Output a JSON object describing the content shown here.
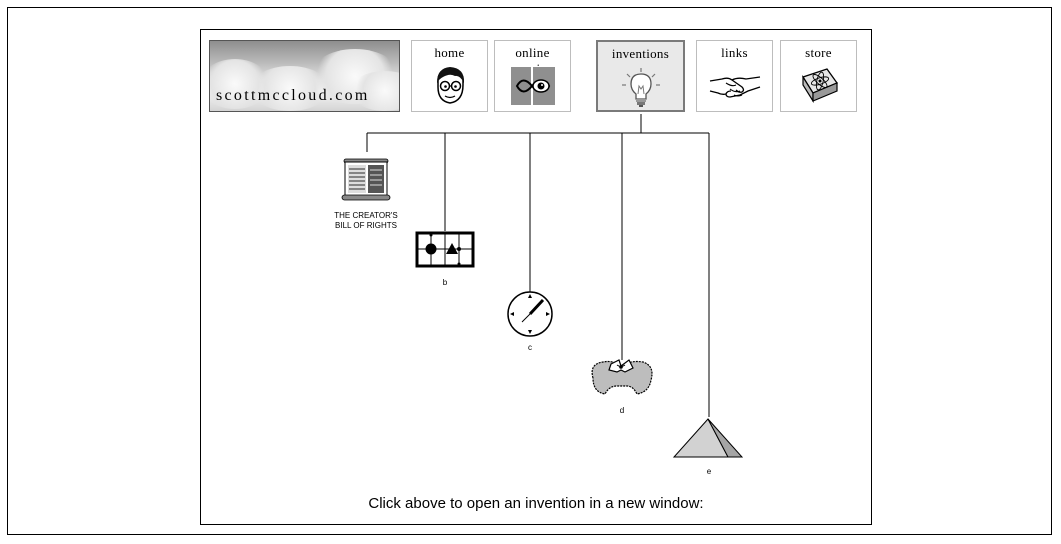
{
  "site": {
    "logo_text": "scottmccloud.com"
  },
  "nav": [
    {
      "label": "home",
      "icon": "face-icon"
    },
    {
      "label": "online comics",
      "icon": "infinity-eye-icon"
    },
    {
      "label": "inventions",
      "icon": "lightbulb-icon",
      "active": true
    },
    {
      "label": "links",
      "icon": "handshake-icon"
    },
    {
      "label": "store",
      "icon": "atom-book-icon"
    }
  ],
  "inventions": [
    {
      "id": "a",
      "label_line1": "THE CREATOR'S",
      "label_line2": "BILL OF RIGHTS",
      "icon": "scroll-document-icon"
    },
    {
      "id": "b",
      "label": "b",
      "icon": "shapes-grid-icon"
    },
    {
      "id": "c",
      "label": "c",
      "icon": "clock-dial-icon"
    },
    {
      "id": "d",
      "label": "d",
      "icon": "bow-blob-icon"
    },
    {
      "id": "e",
      "label": "e",
      "icon": "pyramid-icon"
    }
  ],
  "caption": "Click above to open an invention in a new window:"
}
